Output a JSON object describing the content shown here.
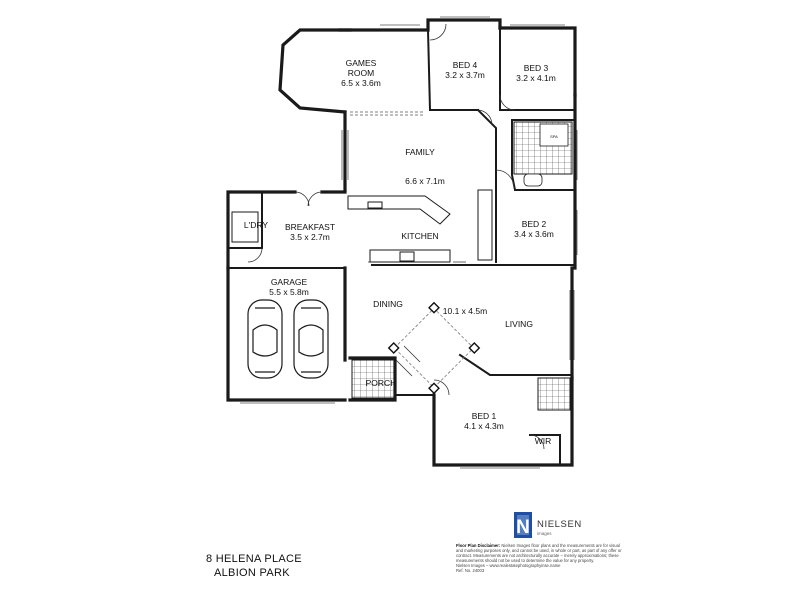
{
  "address": {
    "line1": "8 HELENA PLACE",
    "line2": "ALBION PARK"
  },
  "rooms": {
    "games_room": {
      "name_line1": "GAMES",
      "name_line2": "ROOM",
      "size": "6.5 x 3.6m"
    },
    "bed4": {
      "name": "BED 4",
      "size": "3.2 x 3.7m"
    },
    "bed3": {
      "name": "BED 3",
      "size": "3.2 x 4.1m"
    },
    "spa": {
      "name": "SPA"
    },
    "family": {
      "name": "FAMILY",
      "size": "6.6 x 7.1m"
    },
    "bed2": {
      "name": "BED 2",
      "size": "3.4 x 3.6m"
    },
    "laundry": {
      "name": "L'DRY"
    },
    "breakfast": {
      "name": "BREAKFAST",
      "size": "3.5 x 2.7m"
    },
    "kitchen": {
      "name": "KITCHEN"
    },
    "garage": {
      "name": "GARAGE",
      "size": "5.5 x 5.8m"
    },
    "dining": {
      "name": "DINING"
    },
    "living": {
      "name": "LIVING",
      "size": "10.1 x 4.5m"
    },
    "porch": {
      "name": "PORCH"
    },
    "bed1": {
      "name": "BED 1",
      "size": "4.1 x 4.3m"
    },
    "wir": {
      "name": "WIR"
    }
  },
  "logo": {
    "letter": "N",
    "brand": "NIELSEN",
    "sub": "images"
  },
  "disclaimer": {
    "title": "Floor Plan Disclaimer:",
    "body": "Nielsen Images floor plans and the measurements are for visual and marketing purposes only, and cannot be used, in whole or part, as part of any offer or contract. Measurements are not architecturally accurate – merely approximations; these measurements should not be used to determine the value for any property.",
    "contact": "Nielsen Images – www.realestatephotographyinse.name",
    "ref": "Ref. No. 24003"
  },
  "colors": {
    "wall": "#1a1a1a",
    "logo_blue": "#1f4fa3",
    "logo_light": "#7fa6d9"
  }
}
